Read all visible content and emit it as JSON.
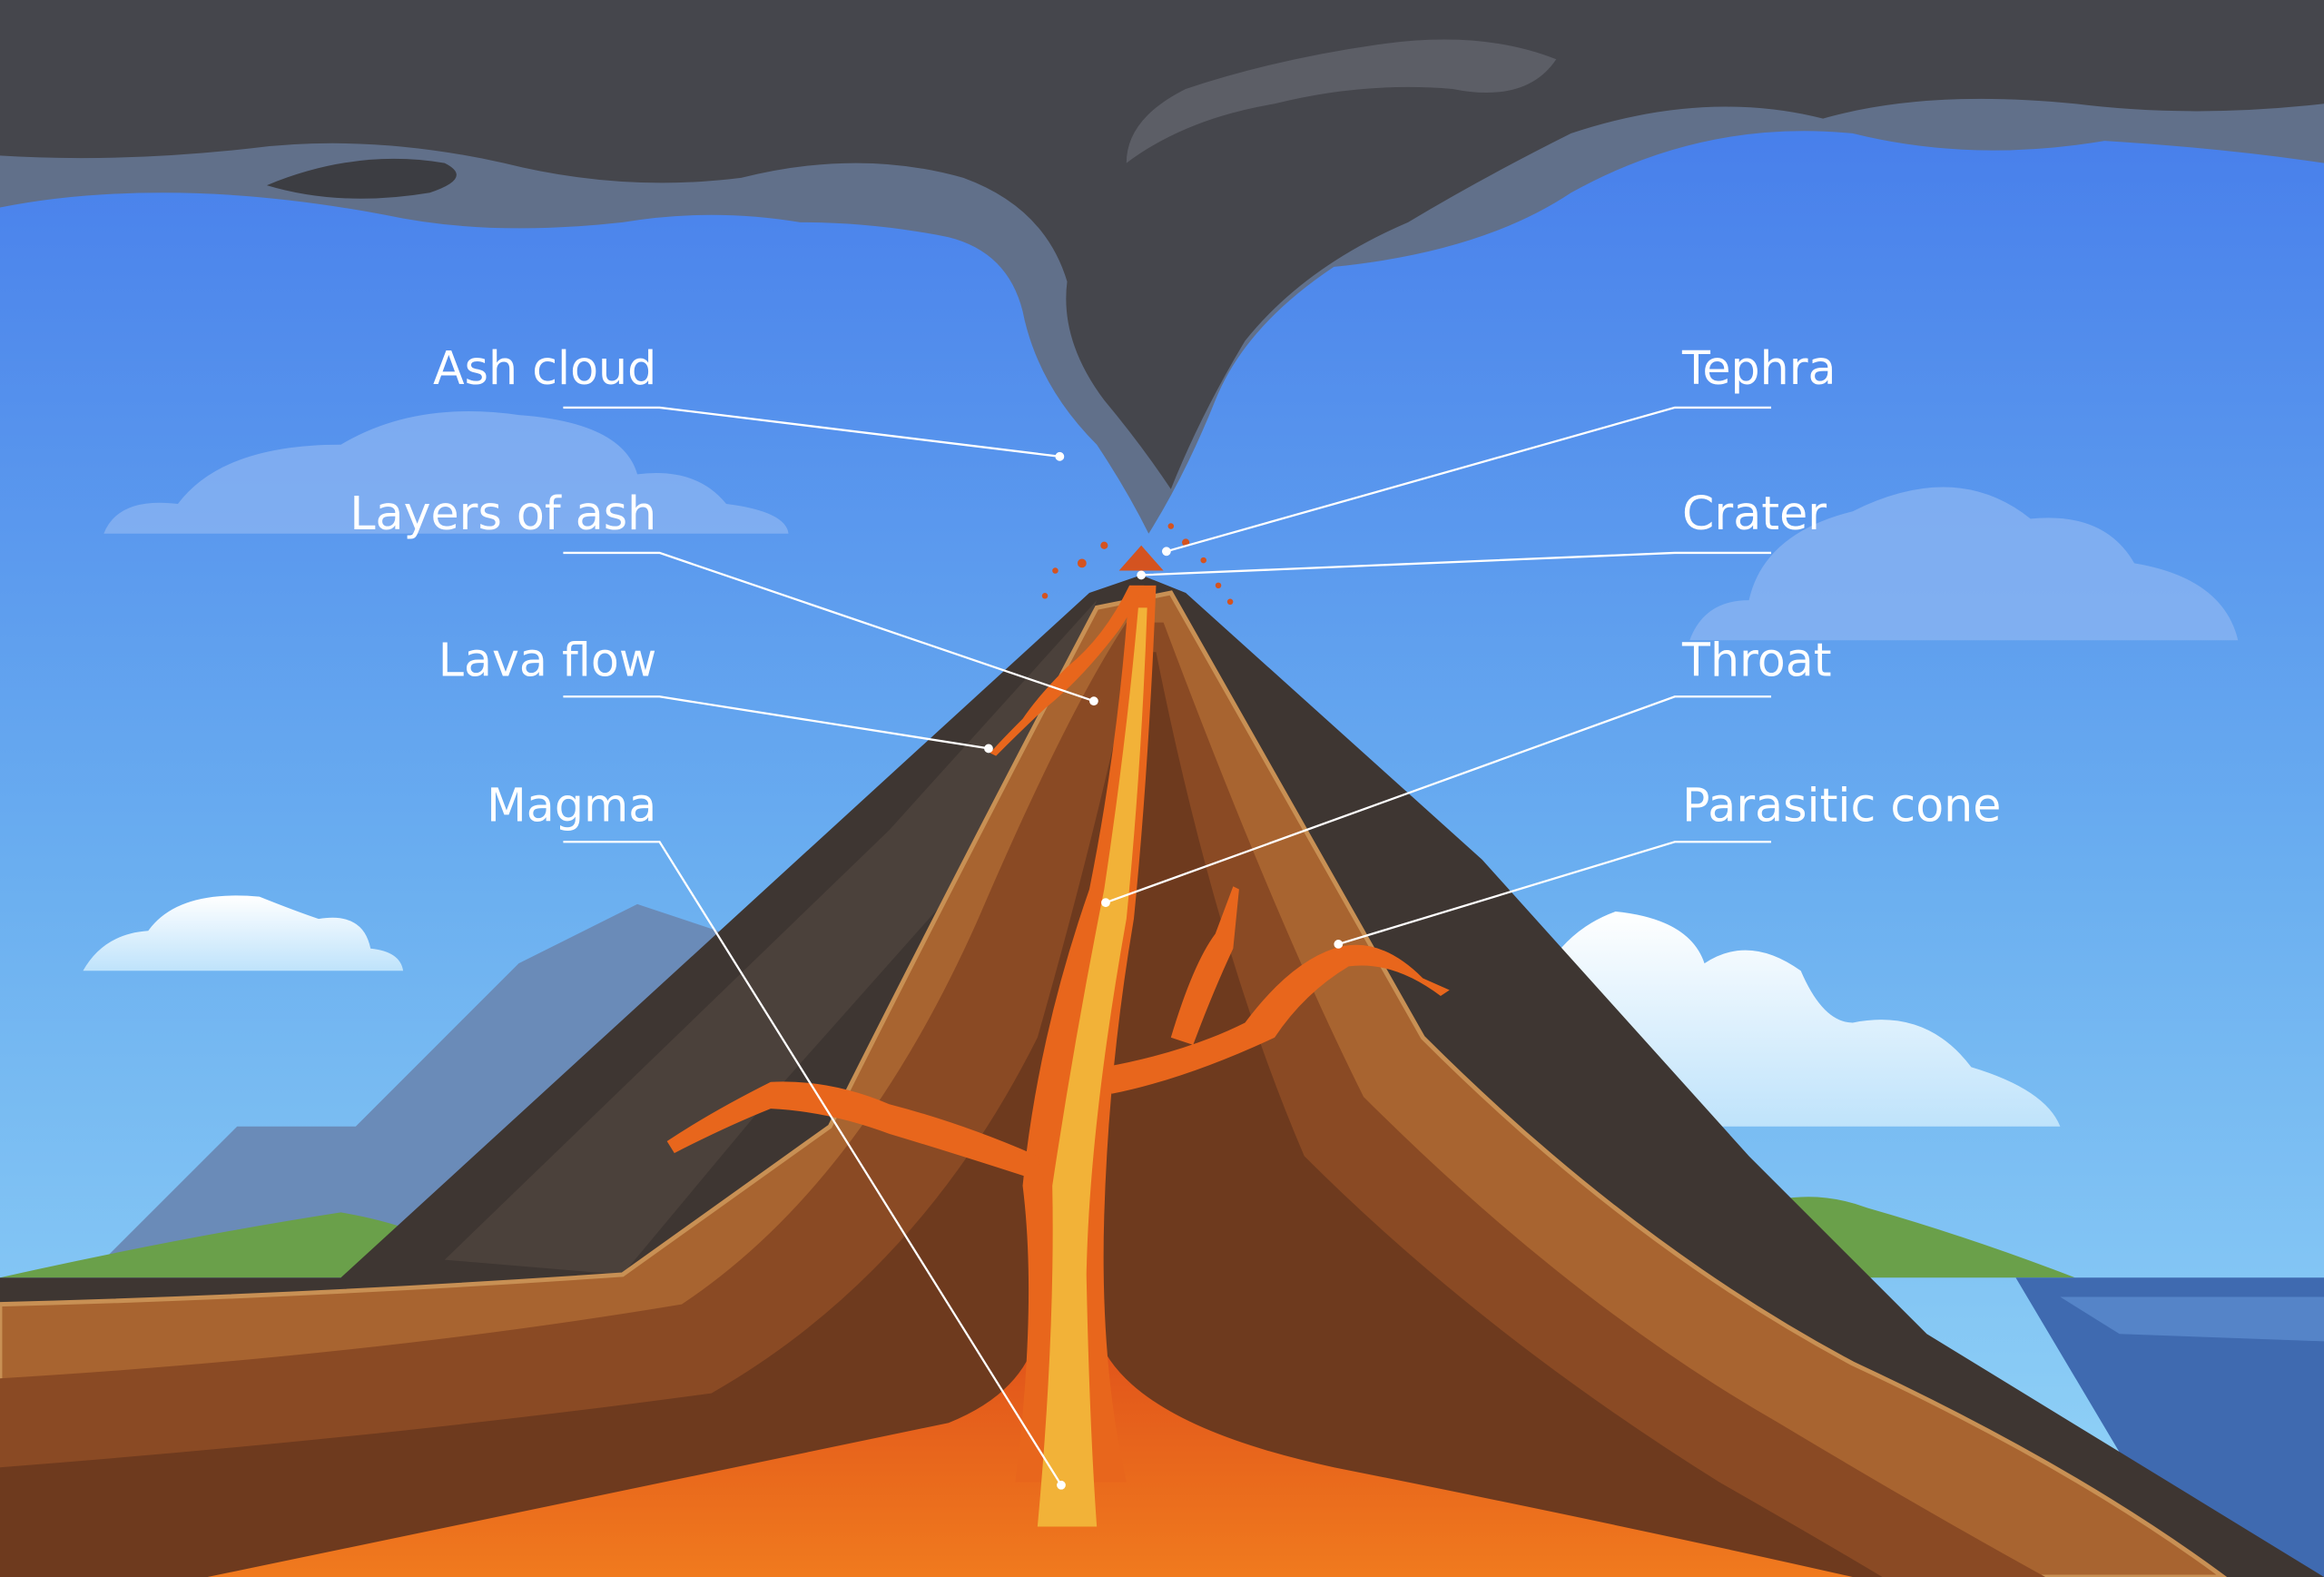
{
  "title": "Volcano structure",
  "labels": {
    "ash_cloud": "Ash cloud",
    "layers_of_ash": "Layers of ash",
    "lava_flow": "Lava flow",
    "magma": "Magma",
    "tephra": "Tephra",
    "crater": "Crater",
    "throat": "Throat",
    "parasitic_cone": "Parasitic cone"
  },
  "colors": {
    "sky_top": "#4a7fe8",
    "sky_bottom": "#92d3f6",
    "ash": "#45464c",
    "volcano_slope": "#3e3632",
    "rock_brown": "#8a4a24",
    "magma": "#e8661c",
    "magma_core": "#f2b238",
    "label": "#ffffff"
  }
}
